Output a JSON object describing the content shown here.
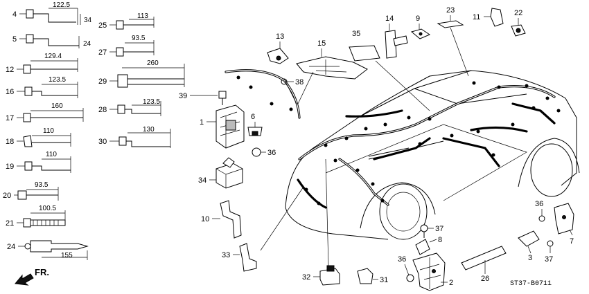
{
  "diagram_code": "ST37-B0711",
  "front_indicator": "FR.",
  "clips": [
    {
      "callout": "4",
      "dims": [
        "122.5",
        "34"
      ]
    },
    {
      "callout": "5",
      "dims": [
        "24"
      ]
    },
    {
      "callout": "12",
      "dims": [
        "129.4"
      ]
    },
    {
      "callout": "16",
      "dims": [
        "123.5"
      ]
    },
    {
      "callout": "17",
      "dims": [
        "160"
      ]
    },
    {
      "callout": "18",
      "dims": [
        "110"
      ]
    },
    {
      "callout": "19",
      "dims": [
        "110"
      ]
    },
    {
      "callout": "20",
      "dims": [
        "93.5"
      ]
    },
    {
      "callout": "21",
      "dims": [
        "100.5"
      ]
    },
    {
      "callout": "24",
      "dims": [
        "155"
      ]
    },
    {
      "callout": "25",
      "dims": [
        "113"
      ]
    },
    {
      "callout": "27",
      "dims": [
        "93.5"
      ]
    },
    {
      "callout": "29",
      "dims": [
        "260"
      ]
    },
    {
      "callout": "28",
      "dims": [
        "123.5"
      ]
    },
    {
      "callout": "30",
      "dims": [
        "130"
      ]
    }
  ],
  "callouts": [
    "13",
    "35",
    "15",
    "14",
    "9",
    "23",
    "11",
    "22",
    "39",
    "38",
    "6",
    "1",
    "36",
    "34",
    "10",
    "33",
    "32",
    "31",
    "36",
    "37",
    "8",
    "2",
    "26",
    "36",
    "3",
    "37",
    "7"
  ]
}
